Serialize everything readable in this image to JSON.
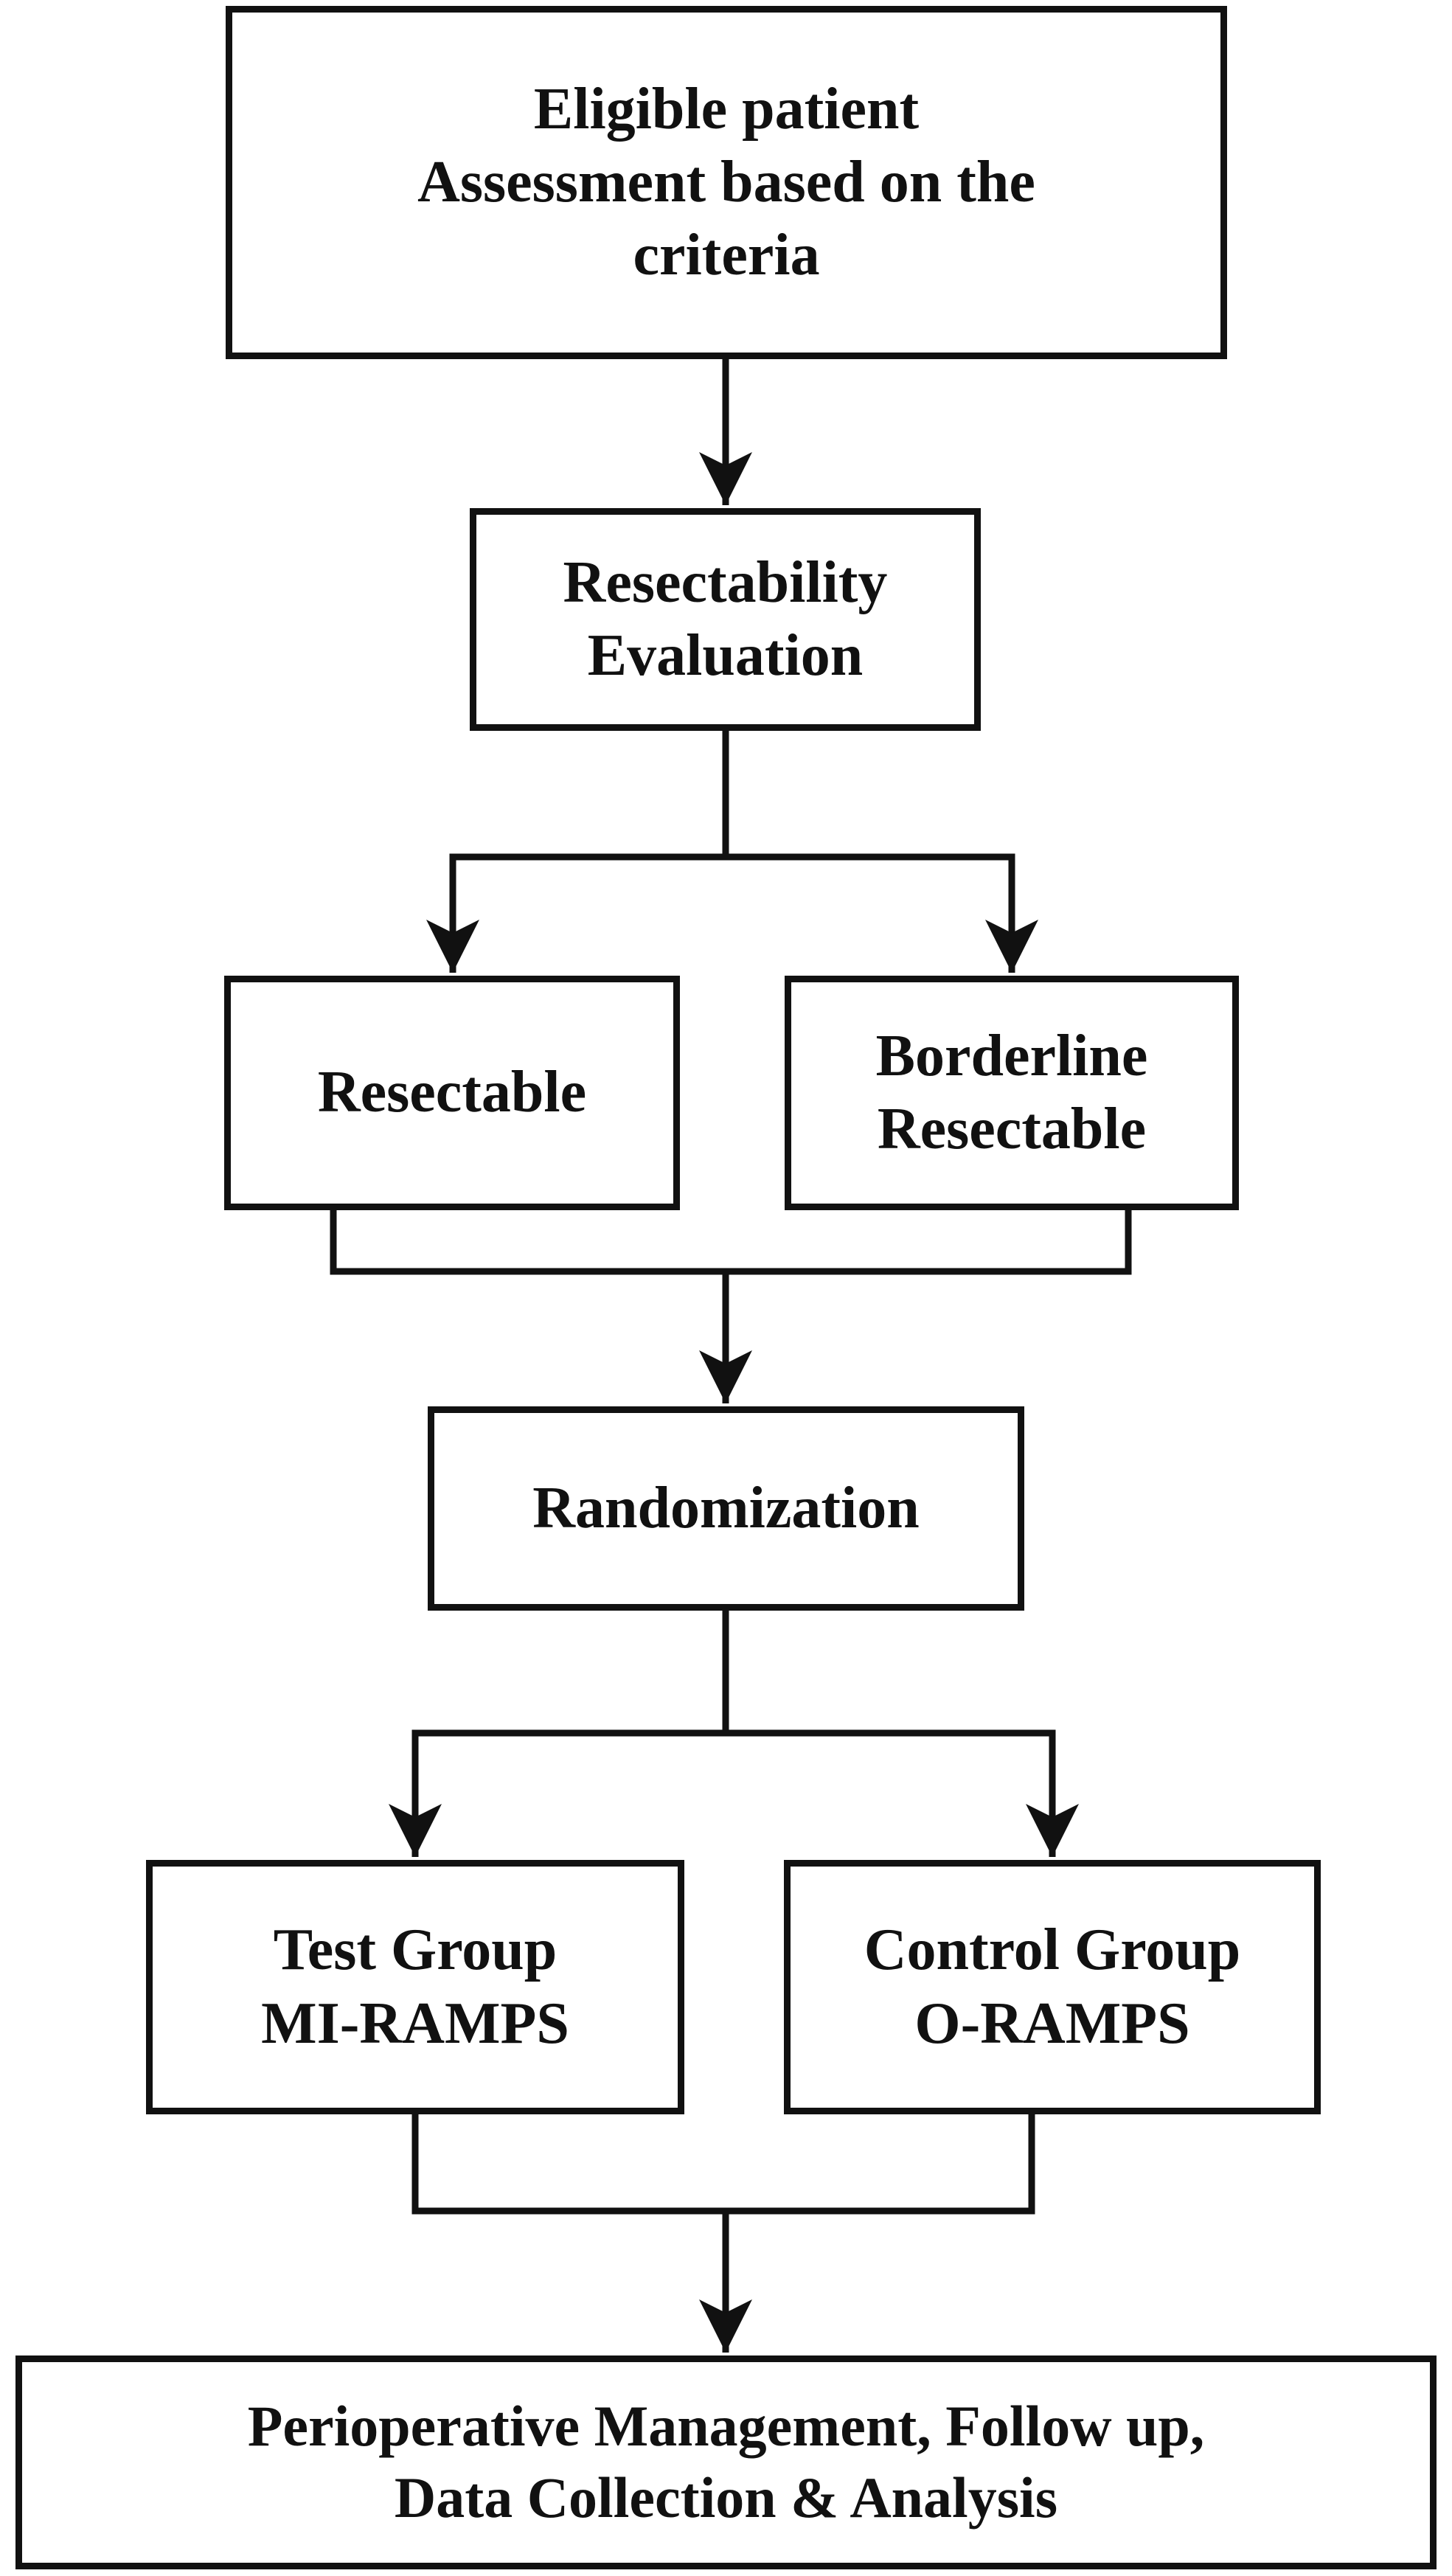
{
  "diagram": {
    "type": "flowchart",
    "nodes": {
      "eligible": {
        "lines": [
          "Eligible patient",
          "Assessment based on the",
          "criteria"
        ]
      },
      "resectability": {
        "lines": [
          "Resectability",
          "Evaluation"
        ]
      },
      "resectable": {
        "lines": [
          "Resectable"
        ]
      },
      "borderline": {
        "lines": [
          "Borderline",
          "Resectable"
        ]
      },
      "randomization": {
        "lines": [
          "Randomization"
        ]
      },
      "test_group": {
        "lines": [
          "Test Group",
          "MI-RAMPS"
        ]
      },
      "control_group": {
        "lines": [
          "Control Group",
          "O-RAMPS"
        ]
      },
      "final": {
        "lines": [
          "Perioperative Management, Follow up,",
          "Data Collection & Analysis"
        ]
      }
    },
    "edges": [
      {
        "from": "eligible",
        "to": "resectability"
      },
      {
        "from": "resectability",
        "to": "resectable"
      },
      {
        "from": "resectability",
        "to": "borderline"
      },
      {
        "from": "resectable",
        "to": "randomization"
      },
      {
        "from": "borderline",
        "to": "randomization"
      },
      {
        "from": "randomization",
        "to": "test_group"
      },
      {
        "from": "randomization",
        "to": "control_group"
      },
      {
        "from": "test_group",
        "to": "final"
      },
      {
        "from": "control_group",
        "to": "final"
      }
    ],
    "colors": {
      "stroke": "#111111",
      "background": "#ffffff",
      "text": "#111111"
    }
  }
}
